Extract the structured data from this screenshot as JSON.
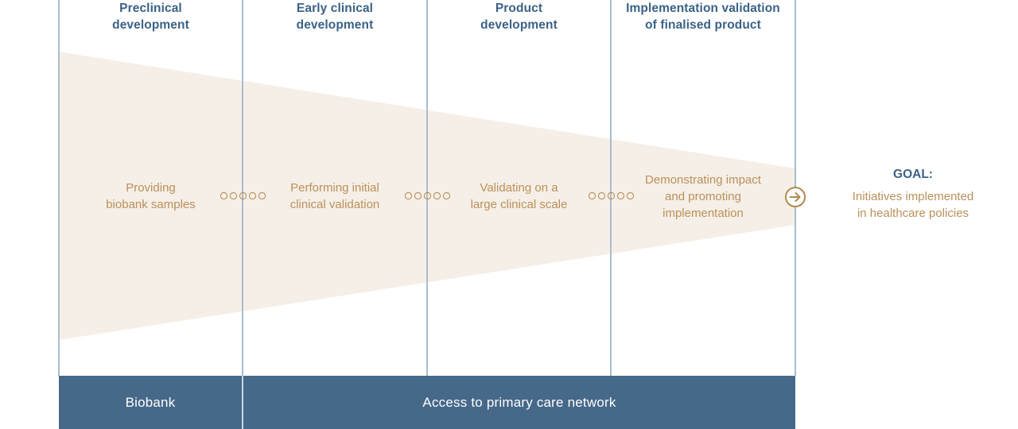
{
  "diagram_title": "Development pipeline to healthcare policy goal",
  "colors": {
    "header_blue": "#3a6287",
    "text_gold": "#b9905a",
    "icon_gold": "#b08a4e",
    "funnel_beige": "#f6efe7",
    "bar_blue": "#466889",
    "divider_line": "#a9bdcb"
  },
  "phases": [
    {
      "header": "Preclinical\ndevelopment",
      "description": "Providing\nbiobank samples"
    },
    {
      "header": "Early clinical\ndevelopment",
      "description": "Performing initial\nclinical validation"
    },
    {
      "header": "Product\ndevelopment",
      "description": "Validating on a\nlarge clinical scale"
    },
    {
      "header": "Implementation validation\nof finalised product",
      "description": "Demonstrating impact\nand promoting\nimplementation"
    }
  ],
  "connectors": {
    "dots_per_group": 5,
    "groups": 3,
    "icon": "connector-dots"
  },
  "goal": {
    "label": "GOAL:",
    "text": "Initiatives implemented\nin healthcare policies",
    "icon": "arrow-right-circle-icon"
  },
  "bars": [
    {
      "label": "Biobank"
    },
    {
      "label": "Access to primary care network"
    }
  ]
}
